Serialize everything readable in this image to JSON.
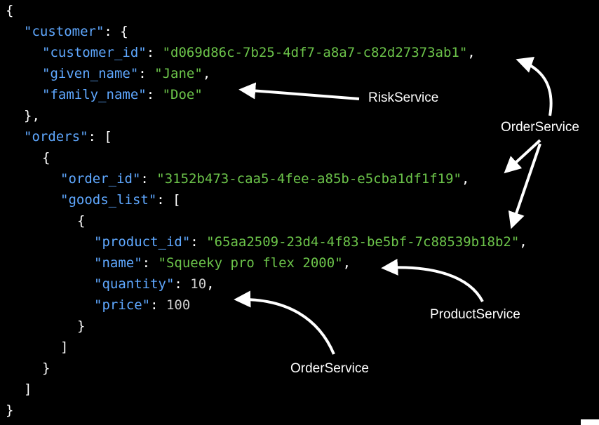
{
  "colors": {
    "background": "#000000",
    "key": "#5fa8ff",
    "string": "#6cc44a",
    "number": "#cfcfcf",
    "text": "#ffffff"
  },
  "code": {
    "l1_open": "{",
    "customer_key": "\"customer\"",
    "customer_tail": ": {",
    "customer_id_key": "\"customer_id\"",
    "customer_id_colon": ": ",
    "customer_id_val": "\"d069d86c-7b25-4df7-a8a7-c82d27373ab1\"",
    "customer_id_tail": ",",
    "given_name_key": "\"given_name\"",
    "given_name_colon": ": ",
    "given_name_val": "\"Jane\"",
    "given_name_tail": ",",
    "family_name_key": "\"family_name\"",
    "family_name_colon": ": ",
    "family_name_val": "\"Doe\"",
    "customer_close": "},",
    "orders_key": "\"orders\"",
    "orders_tail": ": [",
    "order_open": "{",
    "order_id_key": "\"order_id\"",
    "order_id_colon": ": ",
    "order_id_val": "\"3152b473-caa5-4fee-a85b-e5cba1df1f19\"",
    "order_id_tail": ",",
    "goods_list_key": "\"goods_list\"",
    "goods_list_tail": ": [",
    "goods_open": "{",
    "product_id_key": "\"product_id\"",
    "product_id_colon": ": ",
    "product_id_val": "\"65aa2509-23d4-4f83-be5bf-7c88539b18b2\"",
    "product_id_tail": ",",
    "name_key": "\"name\"",
    "name_colon": ": ",
    "name_val": "\"Squeeky pro flex 2000\"",
    "name_tail": ",",
    "quantity_key": "\"quantity\"",
    "quantity_colon": ": ",
    "quantity_val": "10",
    "quantity_tail": ",",
    "price_key": "\"price\"",
    "price_colon": ": ",
    "price_val": "100",
    "goods_close": "}",
    "goods_list_close": "]",
    "order_close": "}",
    "orders_close": "]",
    "root_close": "}"
  },
  "labels": {
    "risk_service": "RiskService",
    "order_service_top": "OrderService",
    "product_service": "ProductService",
    "order_service_bottom": "OrderService"
  }
}
